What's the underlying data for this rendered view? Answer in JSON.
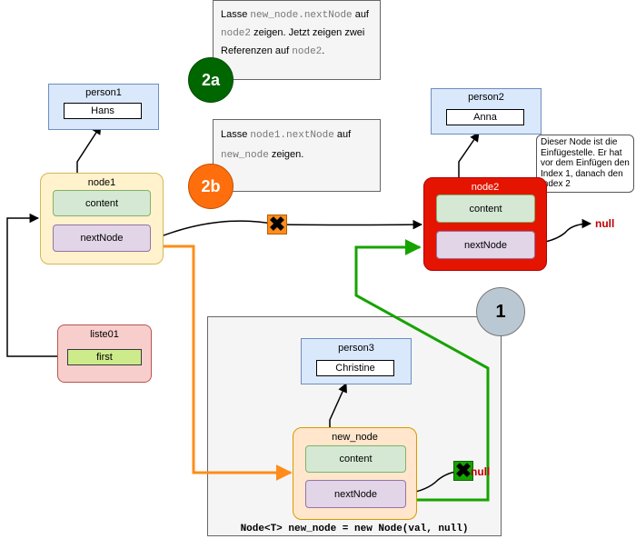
{
  "step_2a": {
    "badge": "2a",
    "note": [
      "Lasse ",
      "new_node.nextNode",
      " auf ",
      "node2",
      " zeigen. Jetzt zeigen zwei Referenzen auf ",
      "node2",
      "."
    ]
  },
  "step_2b": {
    "badge": "2b",
    "note": [
      "Lasse ",
      "node1.nextNode",
      " auf ",
      "new_node",
      " zeigen."
    ]
  },
  "step_1": {
    "badge": "1"
  },
  "person1": {
    "title": "person1",
    "value": "Hans"
  },
  "person2": {
    "title": "person2",
    "value": "Anna"
  },
  "person3": {
    "title": "person3",
    "value": "Christine"
  },
  "node1": {
    "title": "node1",
    "content": "content",
    "next": "nextNode"
  },
  "node2": {
    "title": "node2",
    "content": "content",
    "next": "nextNode",
    "null_label": "null",
    "tooltip": "Dieser Node ist die Einfügestelle. Er hat vor dem Einfügen den Index 1, danach den Index 2"
  },
  "new_node": {
    "title": "new_node",
    "content": "content",
    "next": "nextNode",
    "null_label": "null"
  },
  "liste01": {
    "title": "liste01",
    "field": "first"
  },
  "code_caption": "Node<T> new_node = new Node(val, null)",
  "colors": {
    "step_2a": "#006600",
    "step_2b": "#FF6E0C",
    "step_1": "#BAC8D3",
    "node_fill": "#FFF2CC",
    "node_border": "#D6B656",
    "node2_fill": "#E51400",
    "node2_border": "#B20000",
    "field_green": "#D5E8D4",
    "field_purple": "#E1D5E7",
    "person_fill": "#DAE8FC",
    "list_fill": "#F8CECC",
    "first_fill": "#CDEB8B",
    "wire_orange": "#FF8C1A",
    "wire_green": "#16A300",
    "null_red": "#C00000"
  }
}
